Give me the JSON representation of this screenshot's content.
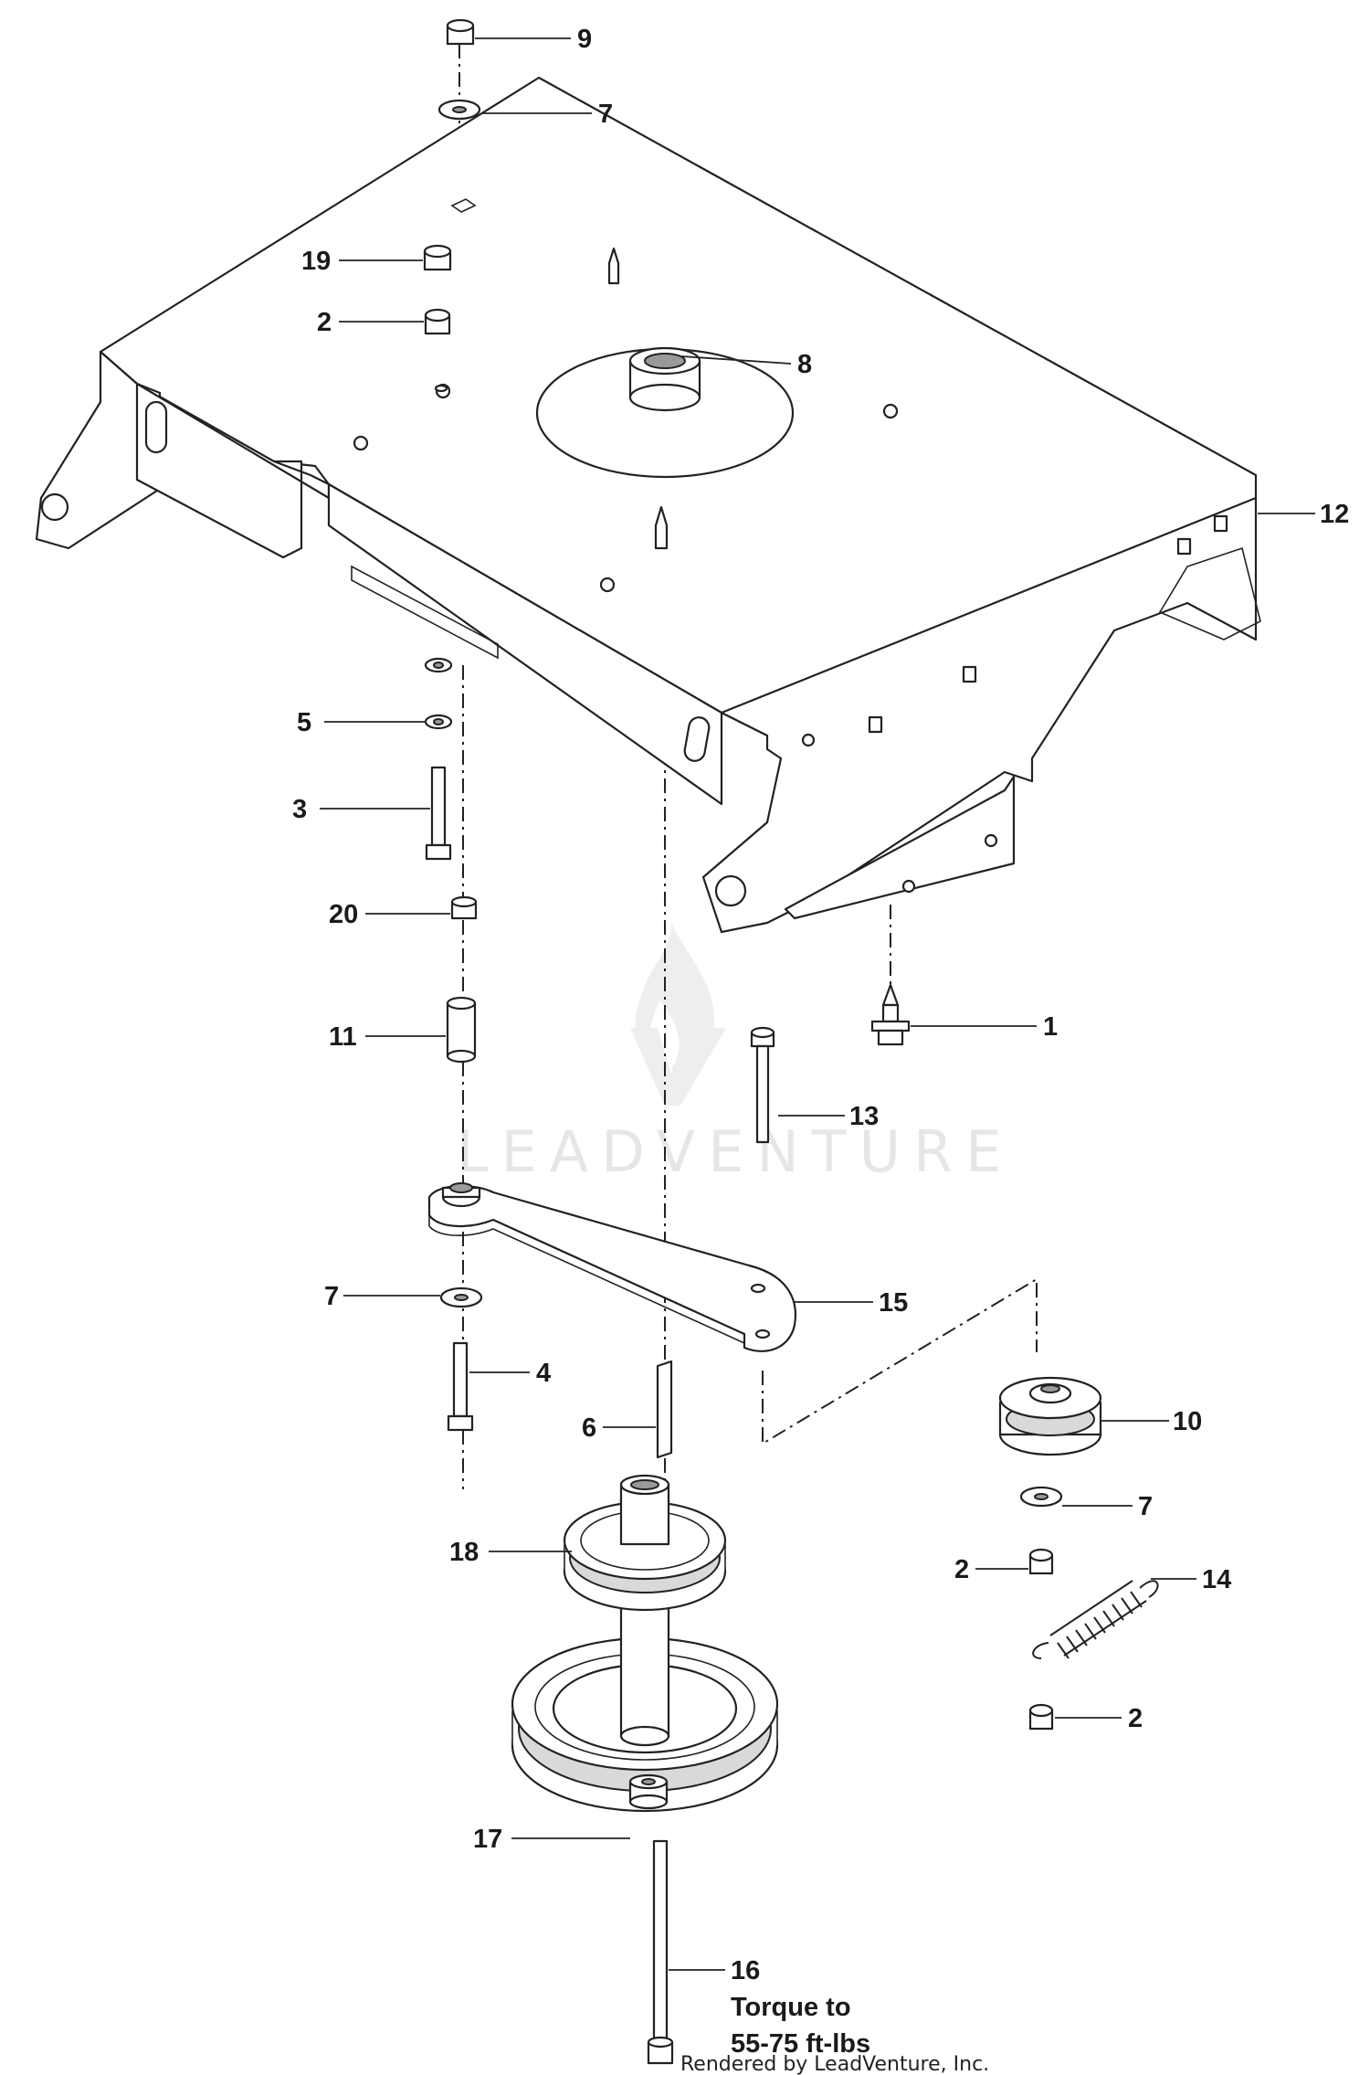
{
  "watermark": {
    "text": "LEADVENTURE"
  },
  "callouts": [
    {
      "id": "c9a",
      "label": "9"
    },
    {
      "id": "c7a",
      "label": "7"
    },
    {
      "id": "c19",
      "label": "19"
    },
    {
      "id": "c2a",
      "label": "2"
    },
    {
      "id": "c8",
      "label": "8"
    },
    {
      "id": "c12",
      "label": "12"
    },
    {
      "id": "c5",
      "label": "5"
    },
    {
      "id": "c3",
      "label": "3"
    },
    {
      "id": "c20",
      "label": "20"
    },
    {
      "id": "c11",
      "label": "11"
    },
    {
      "id": "c1",
      "label": "1"
    },
    {
      "id": "c13",
      "label": "13"
    },
    {
      "id": "c7b",
      "label": "7"
    },
    {
      "id": "c15",
      "label": "15"
    },
    {
      "id": "c4",
      "label": "4"
    },
    {
      "id": "c6",
      "label": "6"
    },
    {
      "id": "c10",
      "label": "10"
    },
    {
      "id": "c7c",
      "label": "7"
    },
    {
      "id": "c18",
      "label": "18"
    },
    {
      "id": "c2b",
      "label": "2"
    },
    {
      "id": "c14",
      "label": "14"
    },
    {
      "id": "c2c",
      "label": "2"
    },
    {
      "id": "c17",
      "label": "17"
    },
    {
      "id": "c16",
      "label": "16"
    }
  ],
  "torque_note": {
    "line1": "Torque to",
    "line2": "55-75 ft-lbs"
  },
  "credit": "Rendered by LeadVenture, Inc."
}
